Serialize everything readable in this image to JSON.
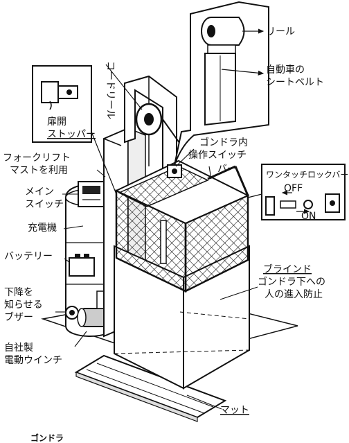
{
  "labels": {
    "reel": "リール",
    "seatbelt_1": "自動車の",
    "seatbelt_2": "シートベルト",
    "cord_reel": "コードリール",
    "door_stopper_1": "扉開",
    "door_stopper_2": "ストッパー",
    "forklift_1": "フォークリフト",
    "forklift_2": "マストを利用",
    "gondola_switch_1": "ゴンドラ内",
    "gondola_switch_2": "操作スイッチ",
    "bar": "バー",
    "one_touch_lock_bar": "ワンタッチロックバー",
    "off": "OFF",
    "on": "ON",
    "main_switch_1": "メイン",
    "main_switch_2": "スイッチ",
    "charger": "充電機",
    "battery": "バッテリー",
    "blind": "ブラインド",
    "blind_desc_1": "ゴンドラ下への",
    "blind_desc_2": "人の進入防止",
    "buzzer_1": "下降を",
    "buzzer_2": "知らせる",
    "buzzer_3": "ブザー",
    "winch_1": "自社製",
    "winch_2": "電動ウインチ",
    "mat": "マット",
    "caption": "ゴンドラ"
  },
  "colors": {
    "ink": "#111111",
    "paper": "#ffffff",
    "metal": "#d8d8d8"
  }
}
